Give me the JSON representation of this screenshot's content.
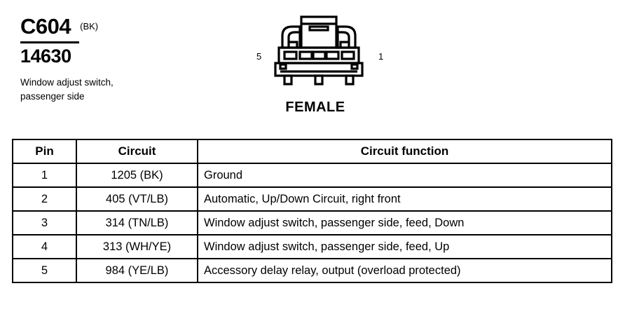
{
  "header": {
    "connector_id": "C604",
    "color_code": "(BK)",
    "part_number": "14630",
    "description": "Window adjust switch, passenger side"
  },
  "connector_figure": {
    "gender_label": "FEMALE",
    "pin_left_label": "5",
    "pin_right_label": "1",
    "cavity_count": 5,
    "icon_name": "female-connector-5-way"
  },
  "table": {
    "columns": [
      "Pin",
      "Circuit",
      "Circuit function"
    ],
    "rows": [
      {
        "pin": "1",
        "circuit": "1205 (BK)",
        "function": "Ground"
      },
      {
        "pin": "2",
        "circuit": "405 (VT/LB)",
        "function": "Automatic, Up/Down Circuit, right front"
      },
      {
        "pin": "3",
        "circuit": "314 (TN/LB)",
        "function": "Window adjust switch, passenger side, feed, Down"
      },
      {
        "pin": "4",
        "circuit": "313 (WH/YE)",
        "function": "Window adjust switch, passenger side, feed, Up"
      },
      {
        "pin": "5",
        "circuit": "984 (YE/LB)",
        "function": "Accessory delay relay, output (overload protected)"
      }
    ]
  },
  "colors": {
    "ink": "#000000",
    "page": "#ffffff"
  }
}
